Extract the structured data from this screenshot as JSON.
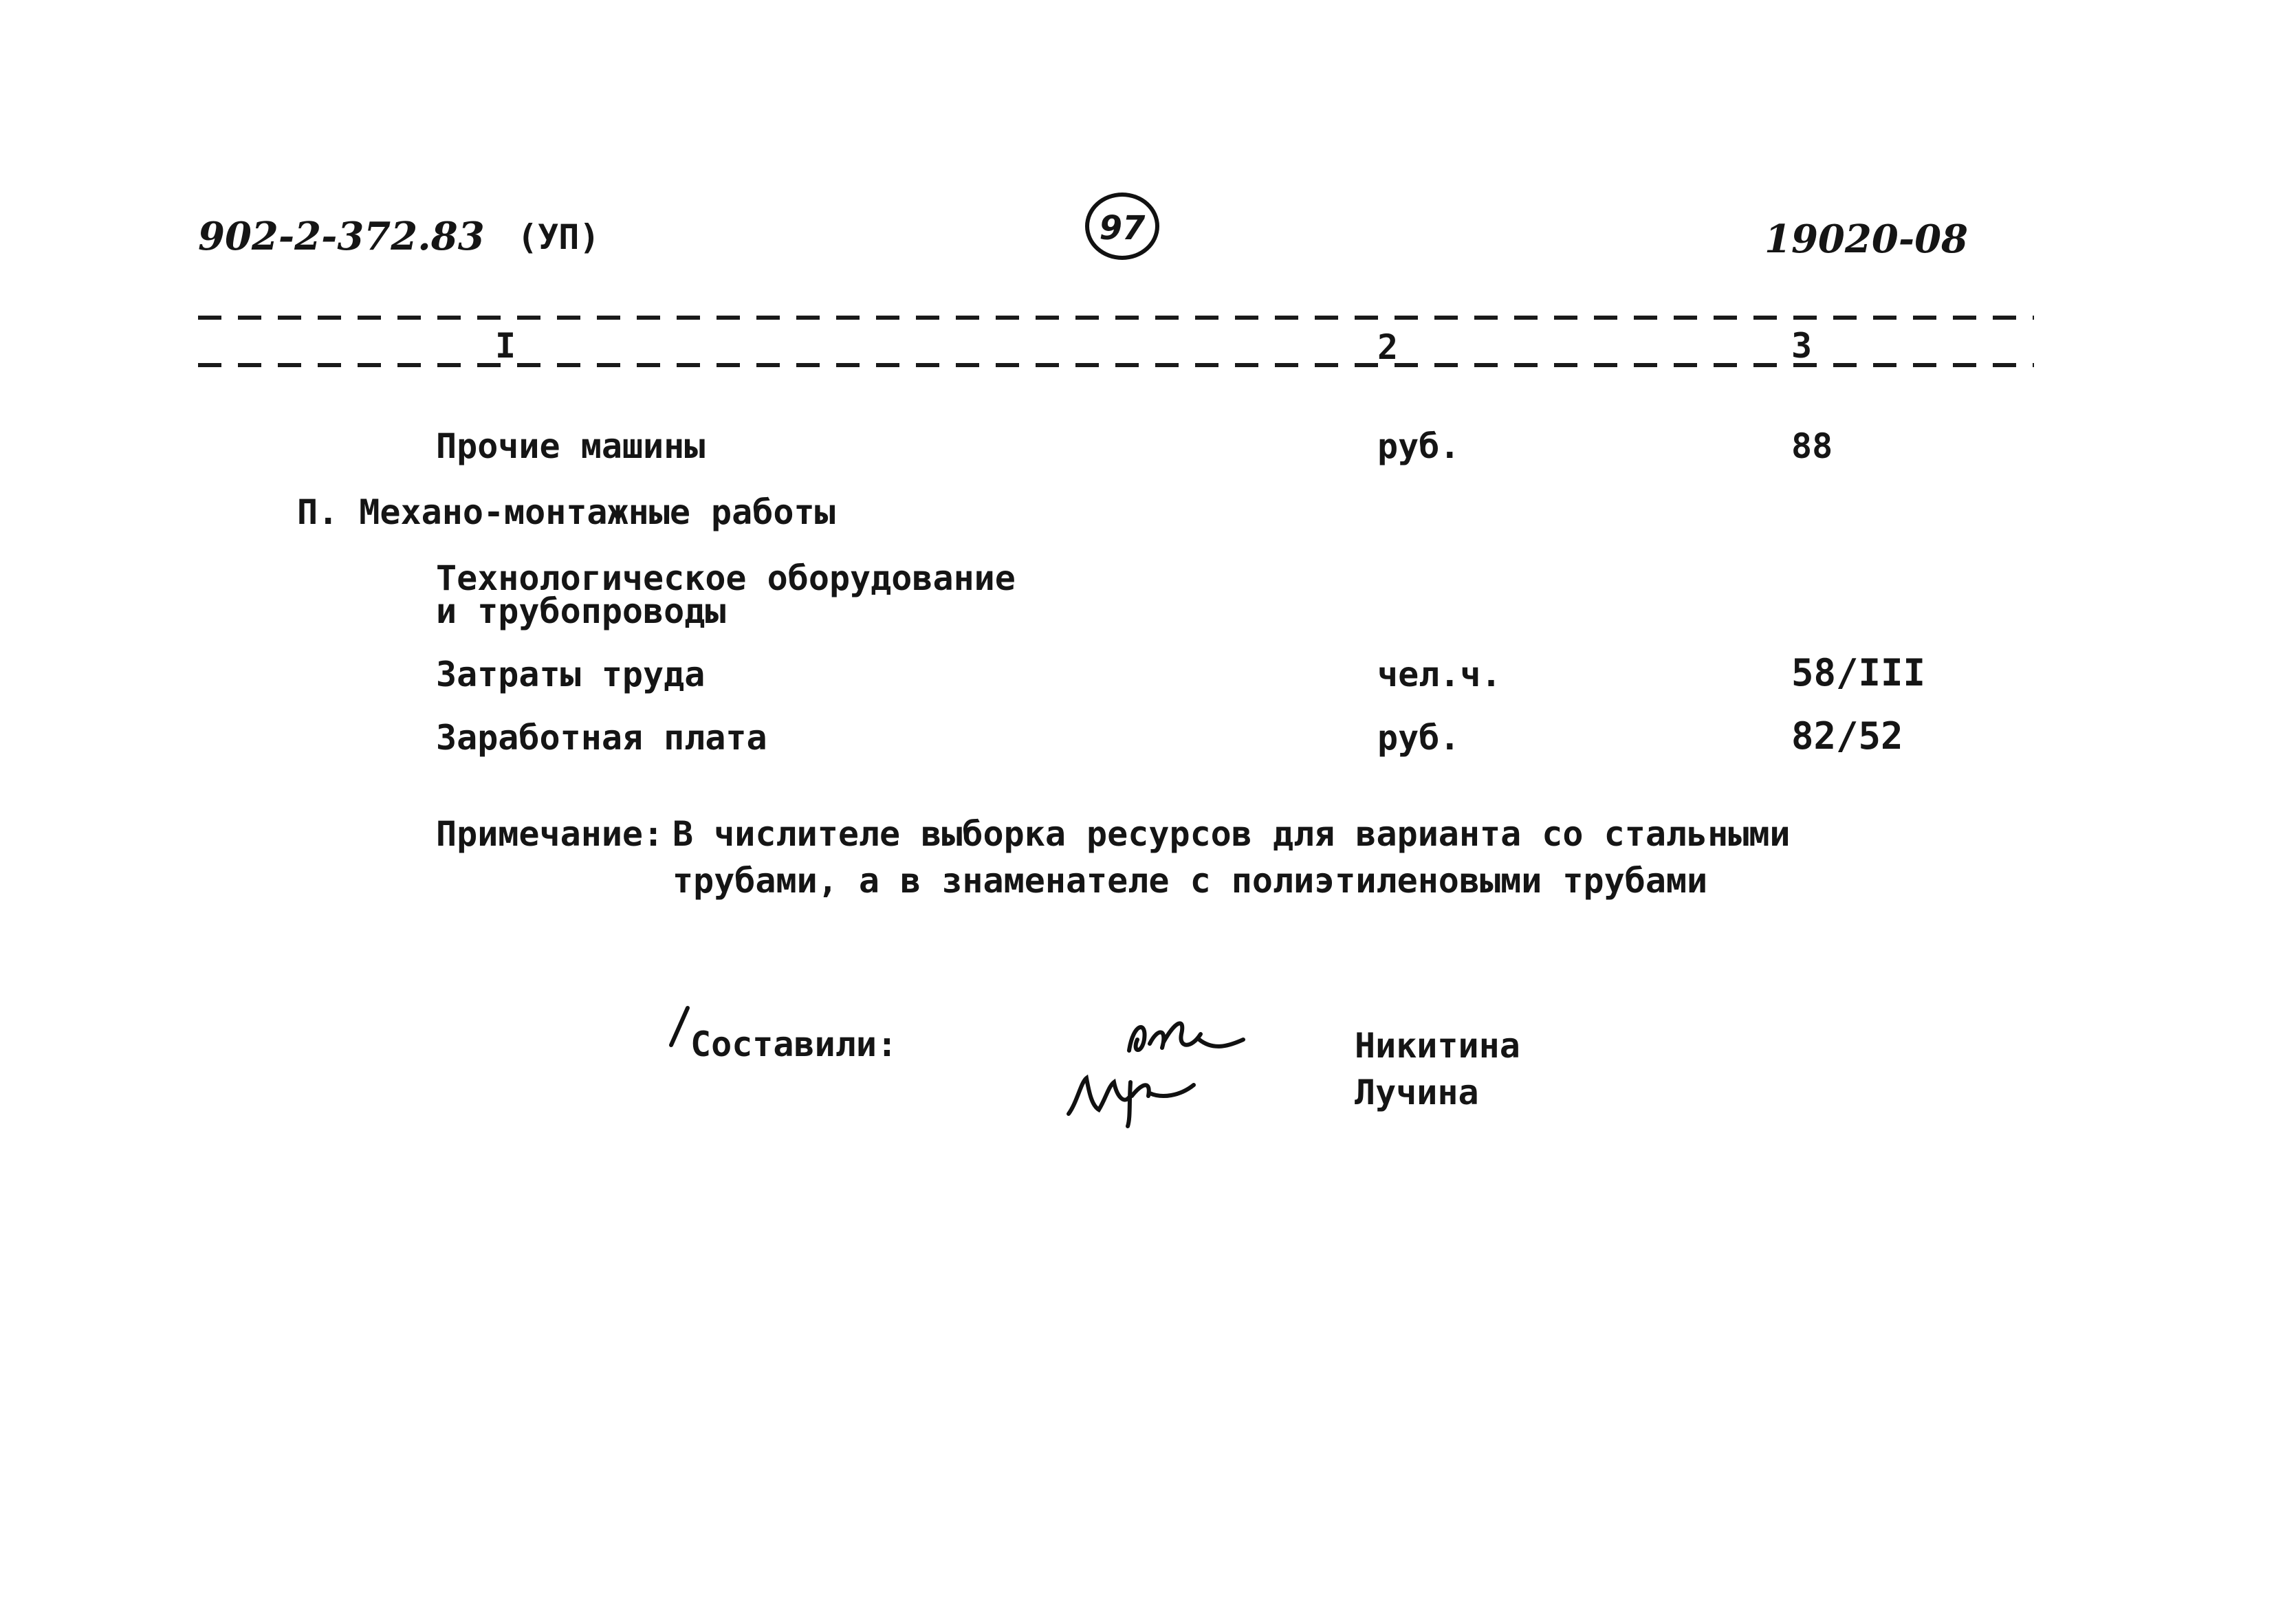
{
  "header": {
    "doc_code": "902-2-372.83",
    "volume": "(УП)",
    "page_number": "97",
    "inventory_number": "19020-08"
  },
  "columns": {
    "col1": "I",
    "col2": "2",
    "col3": "3"
  },
  "rows": [
    {
      "label": "Прочие машины",
      "unit": "руб.",
      "value": "88"
    },
    {
      "section": "П. Механо-монтажные работы"
    },
    {
      "label_line1": "Технологическое оборудование",
      "label_line2": "и трубопроводы"
    },
    {
      "label": "Затраты труда",
      "unit": "чел.ч.",
      "value": "58/III"
    },
    {
      "label": "Заработная плата",
      "unit": "руб.",
      "value": "82/52"
    }
  ],
  "note": {
    "prefix": "Примечание:",
    "line1": "В числителе выборка ресурсов для варианта со стальными",
    "line2": "трубами, а в знаменателе с полиэтиленовыми трубами"
  },
  "compilers": {
    "label": "Составили:",
    "names": [
      "Никитина",
      "Лучина"
    ]
  }
}
